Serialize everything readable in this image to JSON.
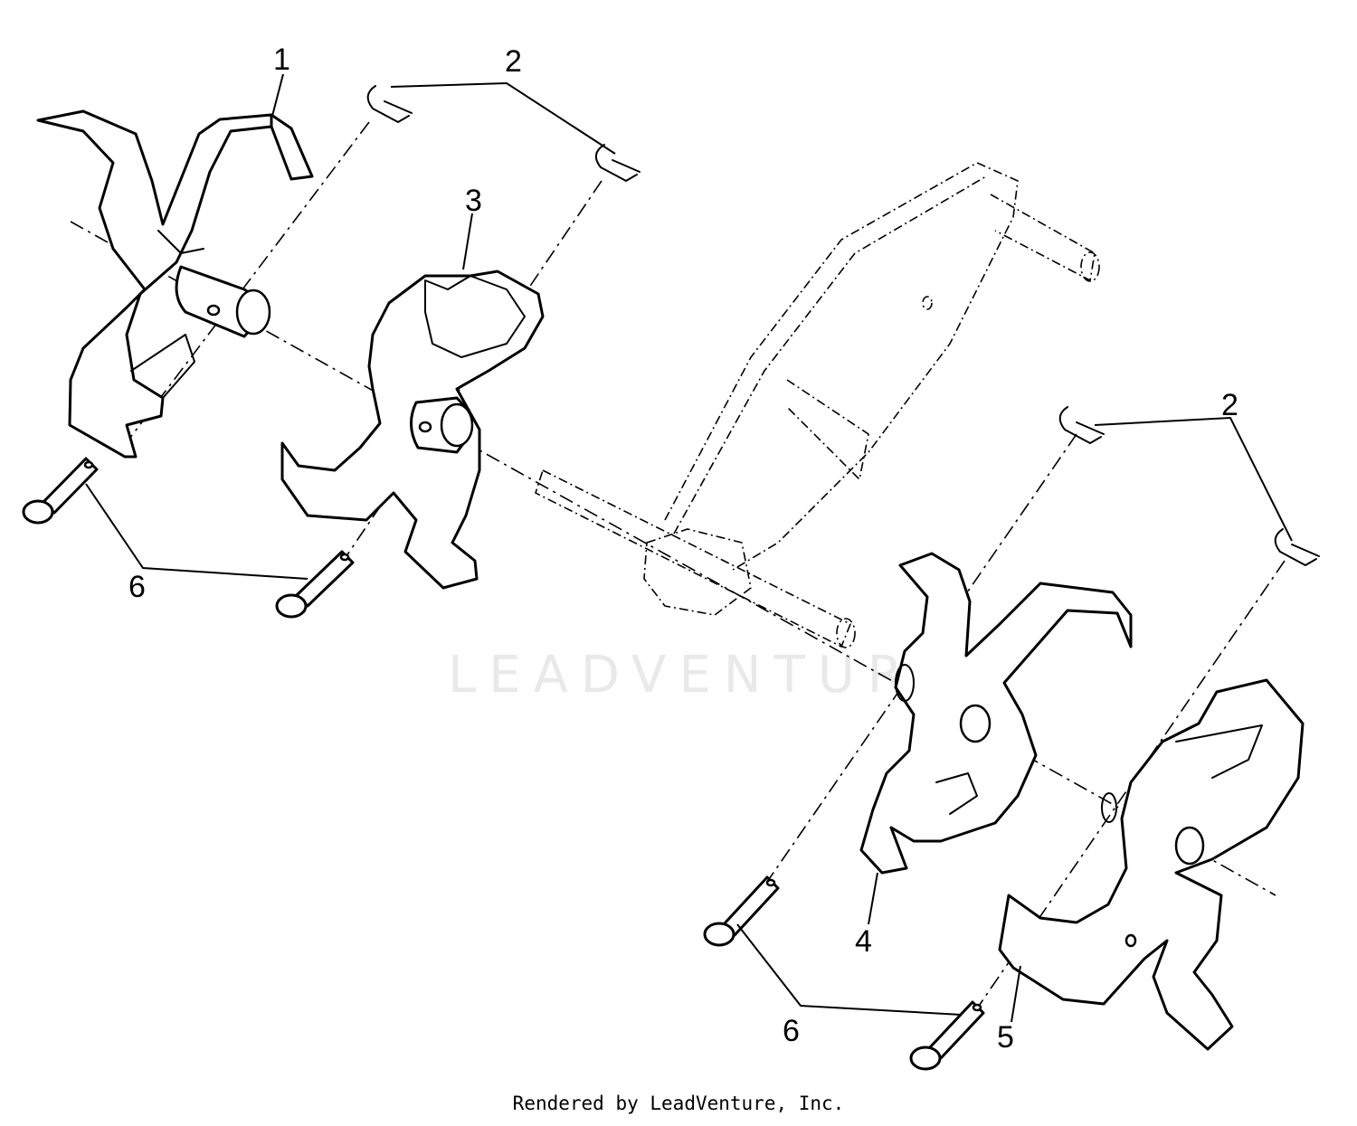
{
  "watermark": "LEADVENTURE",
  "footer": "Rendered by LeadVenture, Inc.",
  "callouts": {
    "c1": "1",
    "c2a": "2",
    "c2b": "2",
    "c3": "3",
    "c4": "4",
    "c5": "5",
    "c6a": "6",
    "c6b": "6"
  },
  "colors": {
    "line": "#000000",
    "background": "#ffffff",
    "watermark": "#e9e9e9"
  }
}
